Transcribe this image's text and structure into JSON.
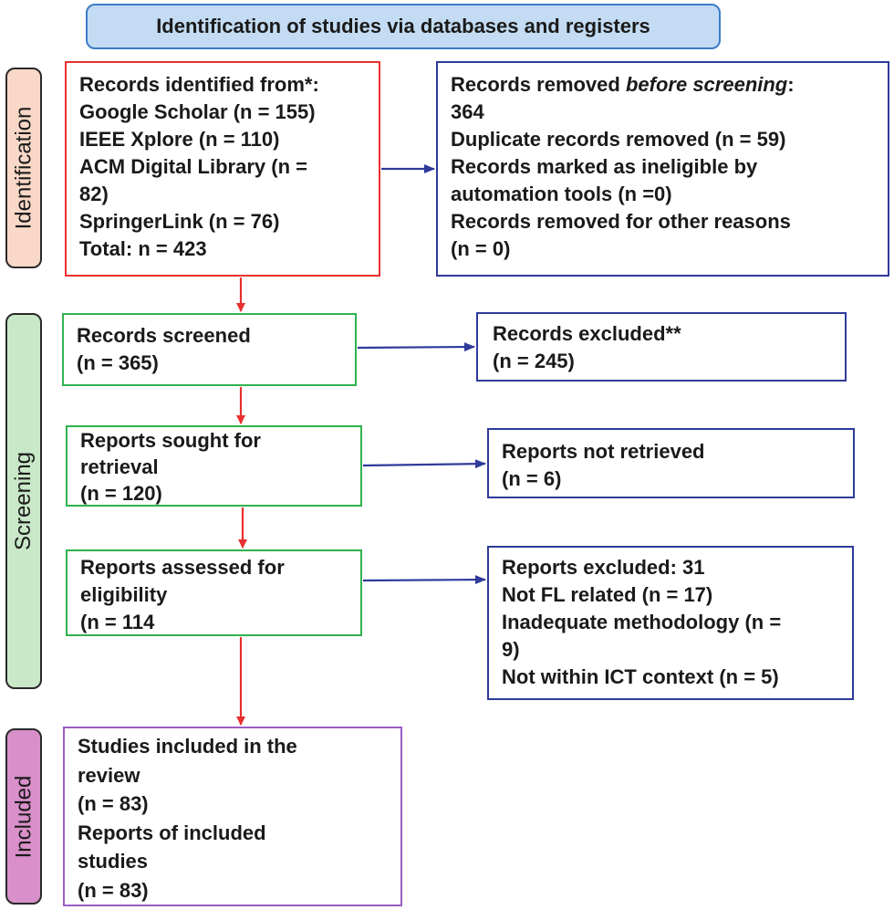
{
  "header": {
    "title": "Identification of studies via databases and registers"
  },
  "phases": {
    "identification": "Identification",
    "screening": "Screening",
    "included": "Included"
  },
  "identified": {
    "heading": "Records identified from*:",
    "google": "Google Scholar (n = 155)",
    "ieee": "IEEE Xplore (n = 110)",
    "acm_1": "ACM Digital Library (n =",
    "acm_2": "82)",
    "springer": "SpringerLink (n = 76)",
    "total": "Total: n = 423"
  },
  "removed": {
    "heading_prefix": "Records removed ",
    "heading_italic": "before screening",
    "heading_suffix": ":",
    "count": "364",
    "duplicates": "Duplicate records removed (n = 59)",
    "ineligible_1": "Records marked as ineligible by",
    "ineligible_2": "automation tools (n =0)",
    "other_1": "Records removed for other reasons",
    "other_2": "(n = 0)"
  },
  "screened": {
    "label": "Records screened",
    "count": "(n = 365)"
  },
  "excluded": {
    "label": "Records excluded**",
    "count": "(n = 245)"
  },
  "sought": {
    "label_1": "Reports sought for",
    "label_2": "retrieval",
    "count": "(n = 120)"
  },
  "not_retrieved": {
    "label": "Reports not retrieved",
    "count": "(n = 6)"
  },
  "assessed": {
    "label_1": "Reports assessed for",
    "label_2": "eligibility",
    "count": "(n = 114"
  },
  "reports_excluded": {
    "heading": "Reports excluded: 31",
    "fl": "Not FL related (n = 17)",
    "method_1": "Inadequate methodology (n =",
    "method_2": "9)",
    "ict": "Not within ICT context (n = 5)"
  },
  "included": {
    "studies_1": "Studies included in the",
    "studies_2": "review",
    "studies_count": "(n = 83)",
    "reports_1": "Reports of included",
    "reports_2": "studies",
    "reports_count": "(n = 83)"
  },
  "colors": {
    "red_arrow": "#e8302e",
    "blue_arrow": "#2f3a9a"
  }
}
